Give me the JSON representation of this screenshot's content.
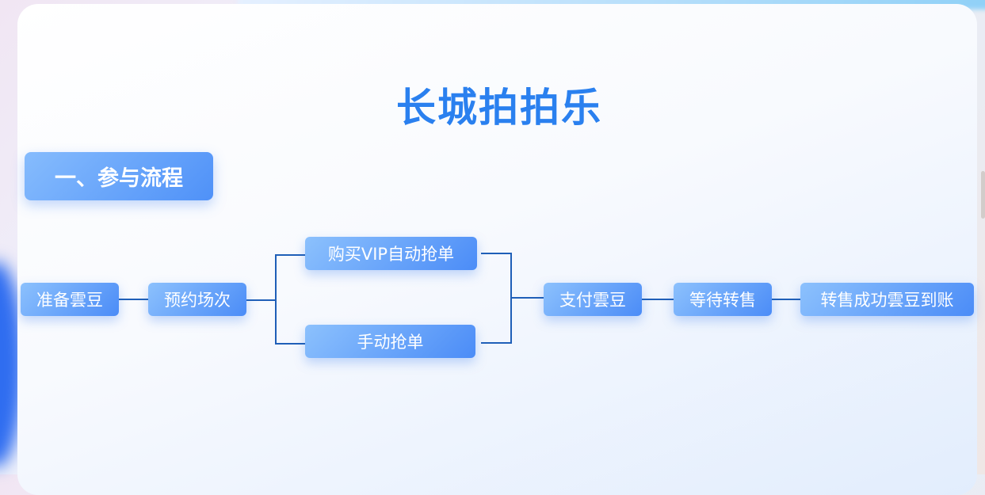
{
  "title": "长城拍拍乐",
  "section": "一、参与流程",
  "nodes": {
    "prepare": "准备雲豆",
    "reserve": "预约场次",
    "vip": "购买VIP自动抢单",
    "manual": "手动抢单",
    "pay": "支付雲豆",
    "wait": "等待转售",
    "done": "转售成功雲豆到账"
  }
}
